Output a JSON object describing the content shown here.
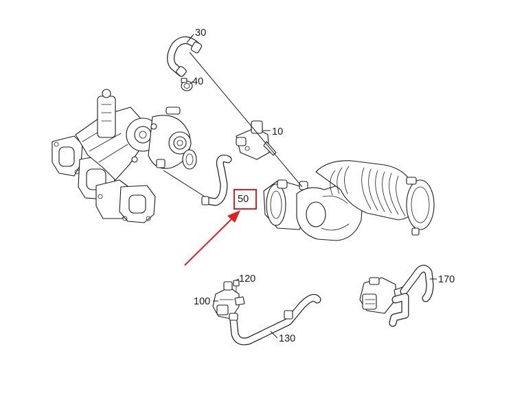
{
  "callouts": {
    "c10": "10",
    "c30": "30",
    "c40": "40",
    "c50": "50",
    "c100": "100",
    "c120": "120",
    "c130": "130",
    "c170": "170"
  },
  "highlight": {
    "label": "50",
    "color": "#e02020"
  },
  "line_color": "#1a1a1a"
}
